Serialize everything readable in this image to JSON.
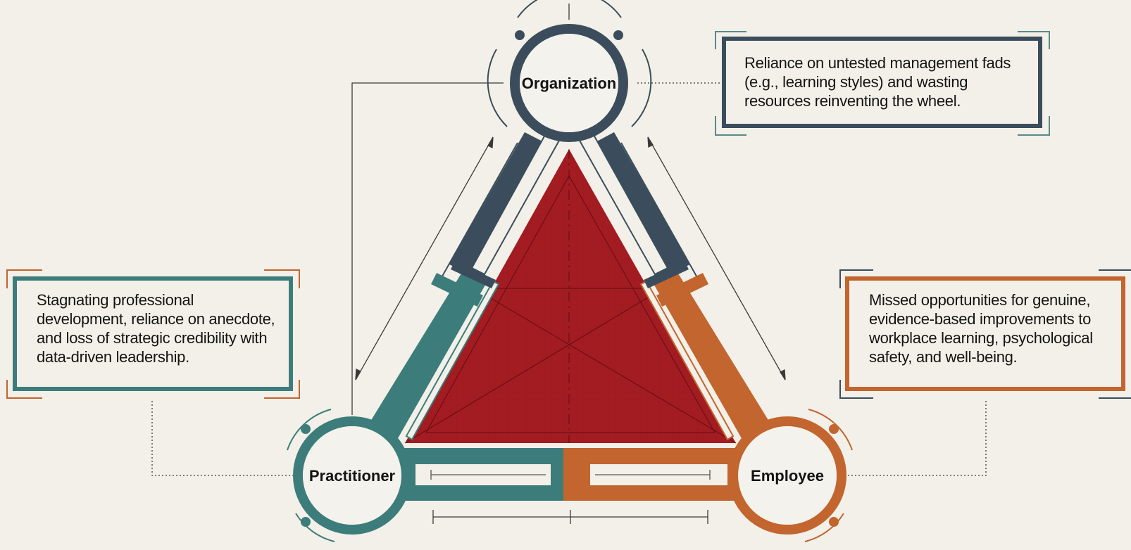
{
  "nodes": {
    "organization": "Organization",
    "practitioner": "Practitioner",
    "employee": "Employee"
  },
  "callouts": {
    "organization": "Reliance on untested management fads (e.g., learning styles) and wasting resources reinventing the wheel.",
    "practitioner": "Stagnating professional development, reliance on anecdote, and loss of strategic credibility with data-driven leadership.",
    "employee": "Missed opportunities for genuine, evidence-based improvements to workplace learning, psychological safety, and well-being."
  },
  "colors": {
    "background": "#f2f0e8",
    "organization_slate": "#3b4d5c",
    "practitioner_teal": "#3c7d7b",
    "employee_orange": "#c2652f",
    "center_red": "#a31c22"
  }
}
